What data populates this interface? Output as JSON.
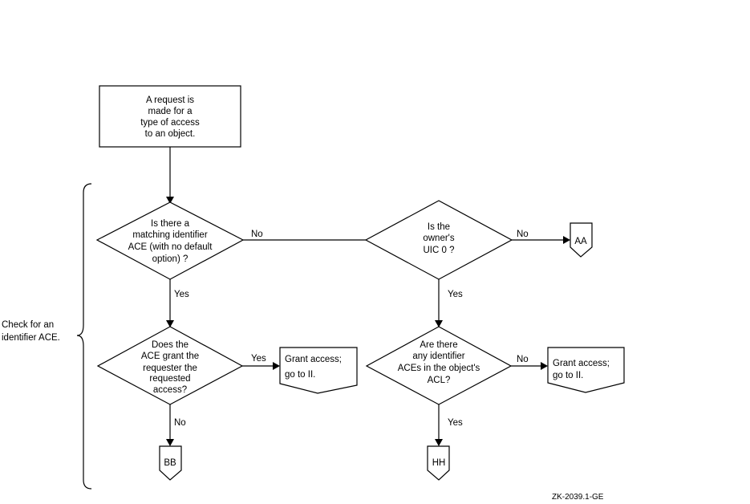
{
  "start": {
    "lines": [
      "A request is",
      "made for a",
      "type of access",
      "to an object."
    ]
  },
  "decision_match": {
    "lines": [
      "Is there a",
      "matching identifier",
      "ACE (with no default",
      "option) ?"
    ]
  },
  "decision_owner": {
    "lines": [
      "Is the",
      "owner's",
      "UIC 0 ?"
    ]
  },
  "decision_grant": {
    "lines": [
      "Does the",
      "ACE grant the",
      "requester the",
      "requested",
      "access?"
    ]
  },
  "decision_any": {
    "lines": [
      "Are there",
      "any identifier",
      "ACEs in the object's",
      "ACL?"
    ]
  },
  "result_grant_left": {
    "lines": [
      "Grant access;",
      "go to II."
    ]
  },
  "result_grant_right": {
    "lines": [
      "Grant access;",
      "go to II."
    ]
  },
  "connectors": {
    "aa": "AA",
    "bb": "BB",
    "hh": "HH"
  },
  "labels": {
    "no_match": "No",
    "yes_match": "Yes",
    "no_owner": "No",
    "yes_owner": "Yes",
    "yes_grant": "Yes",
    "no_grant": "No",
    "no_any": "No",
    "yes_any": "Yes"
  },
  "bracket_label": {
    "lines": [
      "Check for an",
      "identifier ACE."
    ]
  },
  "figure_id": "ZK-2039.1-GE"
}
